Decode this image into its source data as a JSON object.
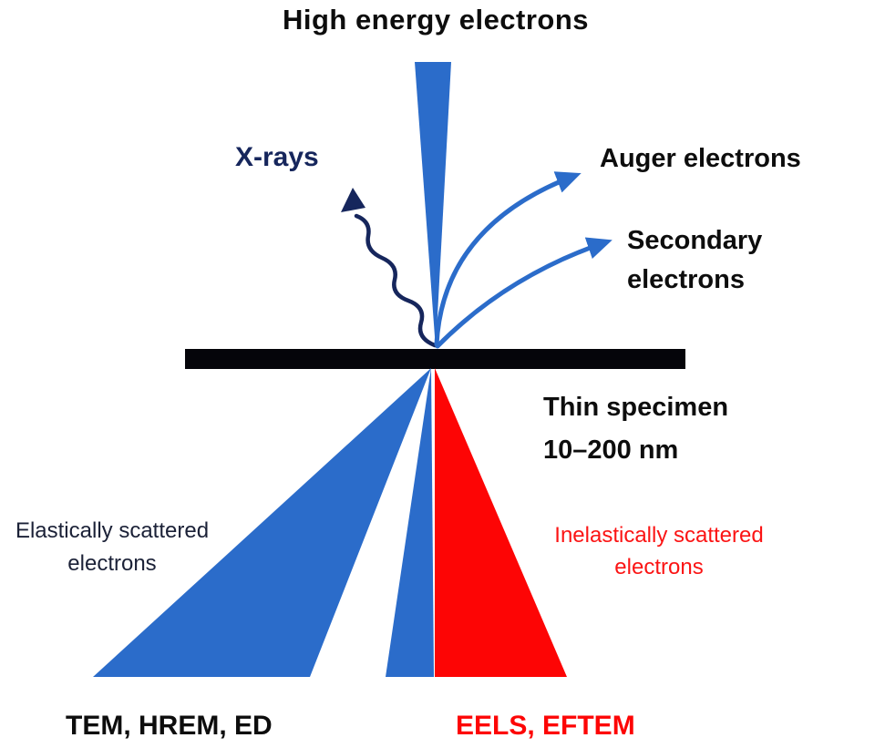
{
  "title": "High energy electrons",
  "labels": {
    "xrays": "X-rays",
    "auger": "Auger electrons",
    "secondary_line1": "Secondary",
    "secondary_line2": "electrons",
    "specimen_line1": "Thin specimen",
    "specimen_line2": "10–200 nm",
    "elastic_line1": "Elastically scattered",
    "elastic_line2": "electrons",
    "inelastic_line1": "Inelastically scattered",
    "inelastic_line2": "electrons",
    "tem": "TEM, HREM, ED",
    "eels": "EELS, EFTEM"
  },
  "colors": {
    "blue": "#2b6cca",
    "navy": "#16265c",
    "red": "#fd0505",
    "bar_black": "#05050a",
    "text_black": "#0d0d0d",
    "elastic_text": "#1b2137",
    "inelastic_text": "#fb1414"
  }
}
